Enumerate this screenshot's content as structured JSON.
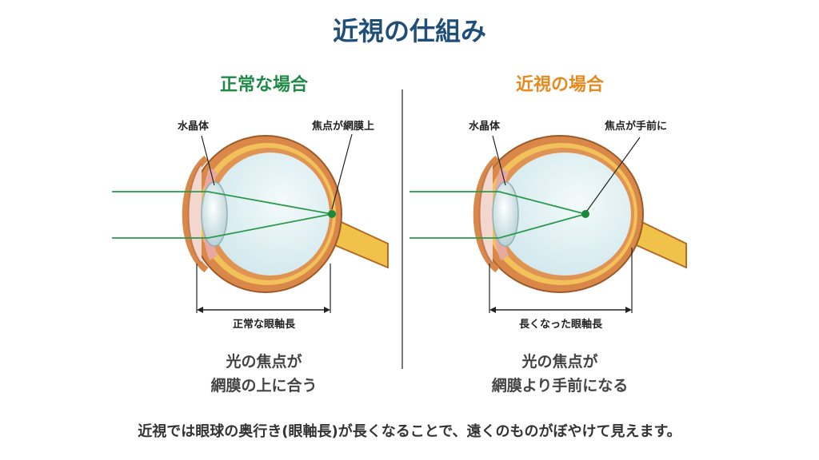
{
  "title": "近視の仕組み",
  "normal": {
    "heading": "正常な場合",
    "lens_label": "水晶体",
    "focus_label": "焦点が網膜上",
    "axis_label": "正常な眼軸長",
    "caption_line1": "光の焦点が",
    "caption_line2": "網膜の上に合う"
  },
  "myopia": {
    "heading": "近視の場合",
    "lens_label": "水晶体",
    "focus_label": "焦点が手前に",
    "axis_label": "長くなった眼軸長",
    "caption_line1": "光の焦点が",
    "caption_line2": "網膜より手前になる"
  },
  "bottom_text": "近視では眼球の奥行き(眼軸長)が長くなることで、遠くのものがぼやけて見えます。",
  "colors": {
    "title": "#1f4e79",
    "normal_heading": "#1e8a46",
    "myopia_heading": "#e68a1f",
    "ray": "#2a9a4a",
    "focus_dot": "#1a8a3a",
    "sclera": "#d9884a",
    "choroid": "#f2c15a",
    "vitreous": "#e3f2f5",
    "nerve": "#f0c24a"
  }
}
